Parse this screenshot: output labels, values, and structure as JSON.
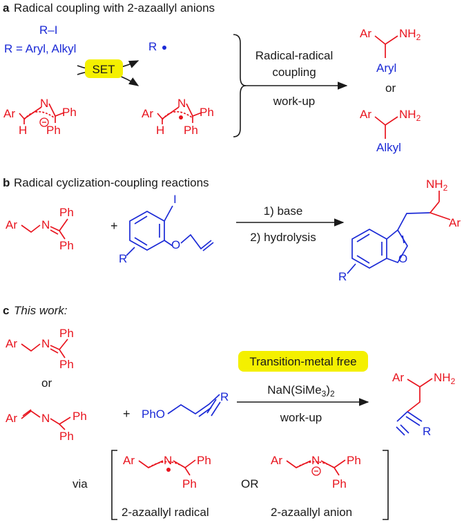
{
  "colors": {
    "red": "#e8141e",
    "blue": "#1b2ad6",
    "black": "#1a1a1a",
    "highlight": "#f4f000"
  },
  "panel_a": {
    "letter": "a",
    "title": "Radical coupling with 2-azaallyl anions",
    "reagent": "R–I",
    "r_def": "R = Aryl, Alkyl",
    "radical": "R",
    "set": "SET",
    "step1": "Radical-radical",
    "step2": "coupling",
    "step3": "work-up",
    "ar": "Ar",
    "h": "H",
    "n": "N",
    "ph": "Ph",
    "nh2": "NH",
    "nh2_sub": "2",
    "aryl": "Aryl",
    "or": "or",
    "alkyl": "Alkyl"
  },
  "panel_b": {
    "letter": "b",
    "title": "Radical cyclization-coupling reactions",
    "ar": "Ar",
    "n": "N",
    "ph": "Ph",
    "plus": "+",
    "iodo": "I",
    "o": "O",
    "r": "R",
    "cond1": "1) base",
    "cond2": "2) hydrolysis",
    "nh2": "NH",
    "nh2_sub": "2"
  },
  "panel_c": {
    "letter": "c",
    "title": "This work:",
    "ar": "Ar",
    "n": "N",
    "ph": "Ph",
    "or_small": "or",
    "plus": "+",
    "pho": "PhO",
    "r": "R",
    "badge": "Transition-metal free",
    "reagent_pre": "NaN(SiMe",
    "reagent_sub1": "3",
    "reagent_post": ")",
    "reagent_sub2": "2",
    "workup": "work-up",
    "nh2": "NH",
    "nh2_sub": "2",
    "via": "via",
    "or_caps": "OR",
    "radical_label": "2-azaallyl radical",
    "anion_label": "2-azaallyl anion"
  }
}
